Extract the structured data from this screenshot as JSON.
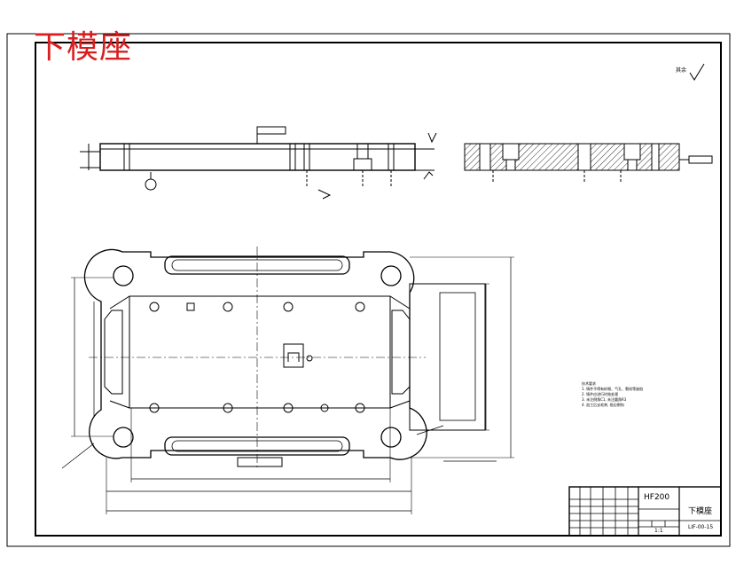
{
  "drawing": {
    "part_name_red": "下模座",
    "title_block": {
      "school_code": "HF200",
      "part_name": "下模座",
      "drawing_number": "LIF-00-15",
      "scale_row": "1:1"
    },
    "surface_finish_note": "其余",
    "notes_title": "技术要求",
    "notes": [
      "1. 铸件不得有砂眼、气孔、裂纹等缺陷",
      "2. 铸件应进行时效处理",
      "3. 未注倒角C1, 未注圆角R3",
      "4. 加工后去毛刺, 锐边倒钝"
    ]
  }
}
